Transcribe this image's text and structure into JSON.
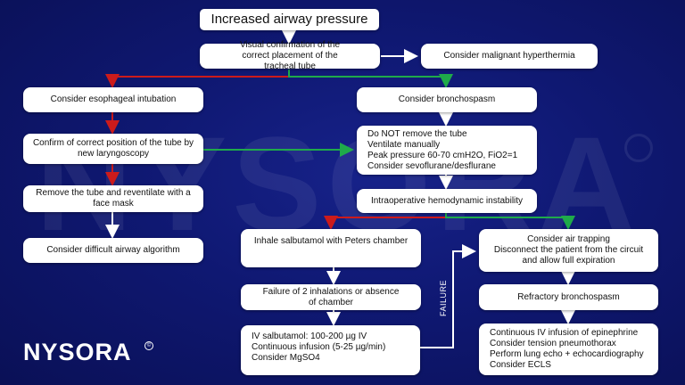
{
  "colors": {
    "background": "#0f1872",
    "no_path": "#cc1b1b",
    "yes_path": "#1faa4a",
    "neutral": "#ffffff"
  },
  "watermark": "NYSORA",
  "logo": {
    "text": "NYSORA",
    "mark": "©"
  },
  "failure_label": "FAILURE",
  "nodes": {
    "title": "Increased airway pressure",
    "visual_confirmation": "Visual confirmation of the correct placement of the tracheal tube",
    "malignant_hyperthermia": "Consider malignant hyperthermia",
    "esophageal_intubation": "Consider esophageal intubation",
    "bronchospasm": "Consider bronchospasm",
    "confirm_laryngoscopy": "Confirm of correct position of the tube by new laryngoscopy",
    "bronchospasm_actions": [
      "Do NOT remove the tube",
      "Ventilate manually",
      "Peak pressure 60-70 cmH2O, FiO2=1",
      "Consider sevoflurane/desflurane"
    ],
    "remove_tube": "Remove the tube and reventilate with a face mask",
    "hemodynamic_instability": "Intraoperative hemodynamic instability",
    "difficult_airway": "Consider difficult airway algorithm",
    "inhale_salbutamol": "Inhale salbutamol with Peters chamber",
    "air_trapping": [
      "Consider air trapping",
      "Disconnect the patient from the circuit",
      "and allow full expiration"
    ],
    "failure_inhalations": "Failure of 2 inhalations or absence of chamber",
    "refractory": "Refractory bronchospasm",
    "iv_salbutamol": [
      "IV salbutamol: 100-200 µg IV",
      "Continuous infusion (5-25 µg/min)",
      "Consider MgSO4"
    ],
    "epinephrine": [
      "Continuous IV infusion of epinephrine",
      "Consider tension pneumothorax",
      "Perform lung echo + echocardiography",
      "Consider ECLS"
    ]
  }
}
